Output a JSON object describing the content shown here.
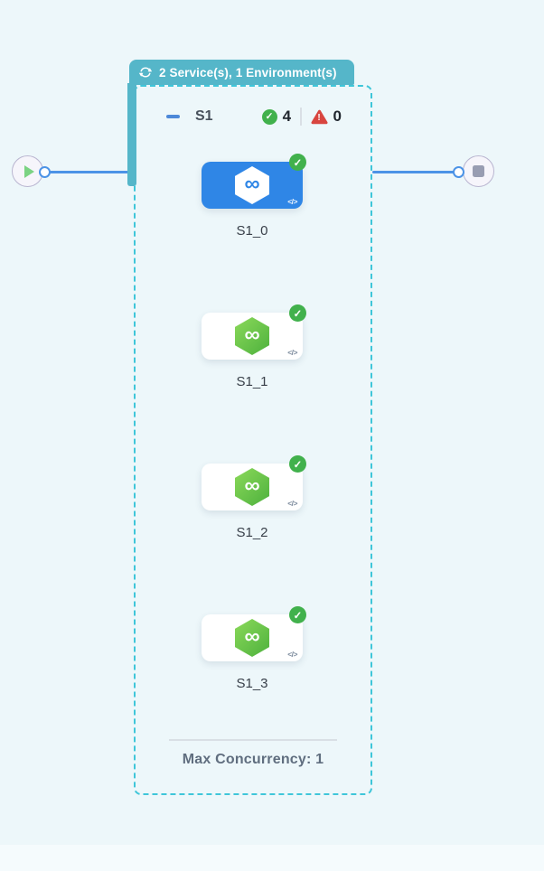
{
  "canvas": {
    "header_badge": {
      "label": "2 Service(s), 1 Environment(s)"
    },
    "stage": {
      "name": "S1",
      "success_count": "4",
      "failure_count": "0",
      "footer_label": "Max Concurrency: 1"
    },
    "steps": [
      {
        "label": "S1_0",
        "state": "selected"
      },
      {
        "label": "S1_1",
        "state": "success"
      },
      {
        "label": "S1_2",
        "state": "success"
      },
      {
        "label": "S1_3",
        "state": "success"
      }
    ]
  },
  "icons": {
    "infinity": "∞",
    "check": "✓",
    "code": "</>",
    "exclamation": "!"
  },
  "colors": {
    "canvas-bg": "#edf7fa",
    "canvas-bg-bottom": "#f5fbfd",
    "teal": "#55b6c9",
    "dashed-border": "#3fc6d9",
    "edge-blue": "#4c93e6",
    "collapse-blue": "#4c88d8",
    "selected-blue": "#2f86e6",
    "success-green": "#41b14c",
    "warn-red": "#d8453f",
    "hex-green-1": "#8bd95a",
    "hex-green-2": "#4db13d",
    "play-green": "#7bd383",
    "stop-gray": "#989db2",
    "node-bg": "#f6f5fb",
    "node-border": "#b9b5d0",
    "text-dark": "#20262e",
    "text-slate": "#48515c",
    "text-label": "#39404a",
    "footer-text": "#606e7f",
    "divider": "#d9dfe5",
    "code-gray": "#7b8a9c"
  }
}
